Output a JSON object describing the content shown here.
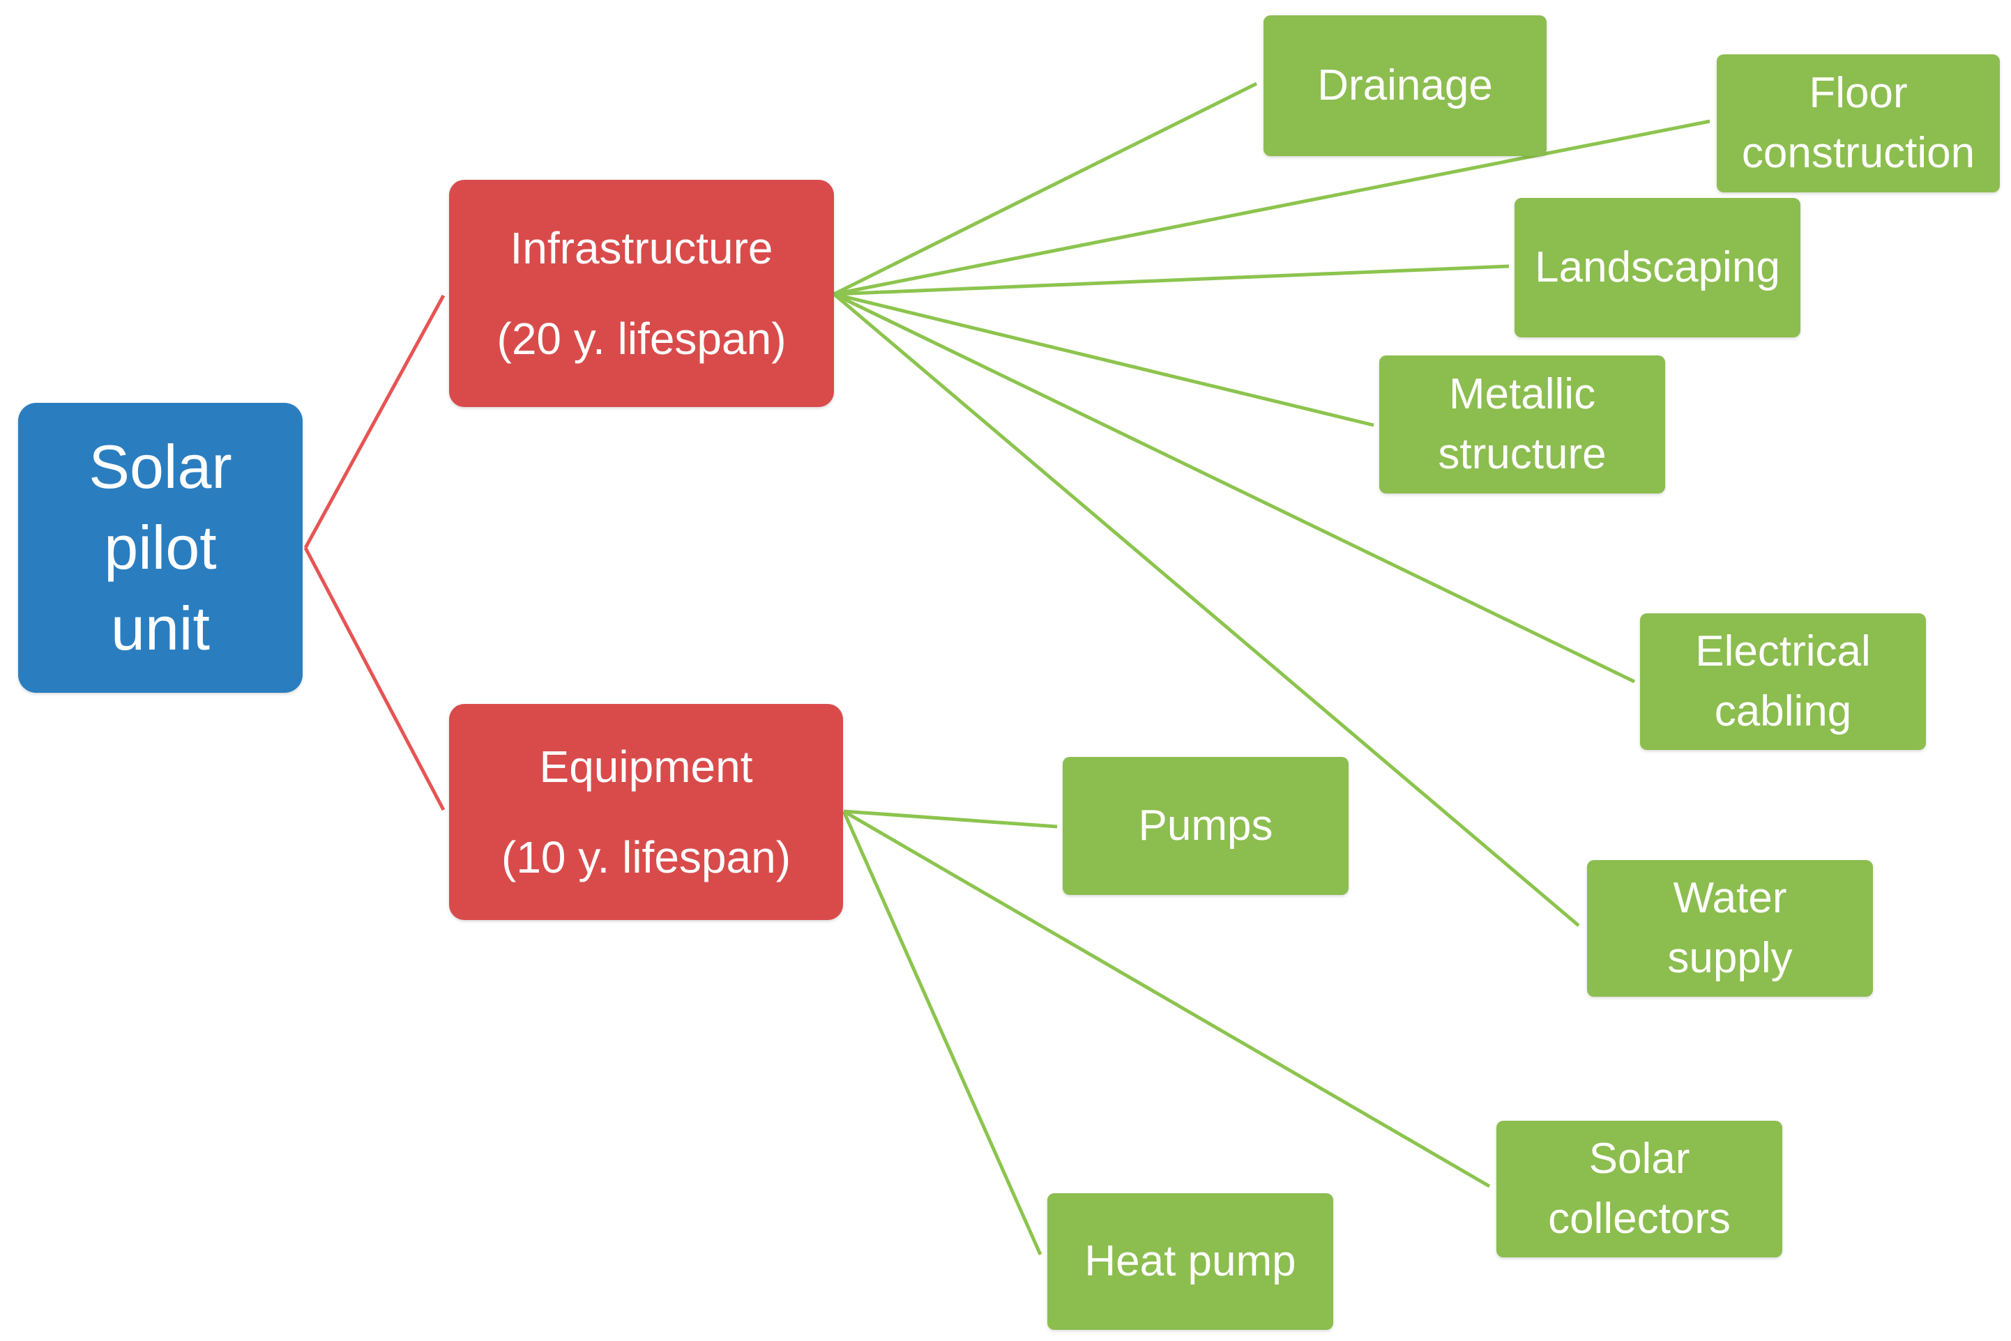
{
  "diagram": {
    "root": {
      "label": "Solar\npilot\nunit"
    },
    "branches": [
      {
        "label": "Infrastructure\n(20 y. lifespan)",
        "children": [
          {
            "label": "Drainage"
          },
          {
            "label": "Floor\nconstruction"
          },
          {
            "label": "Landscaping"
          },
          {
            "label": "Metallic\nstructure"
          },
          {
            "label": "Electrical\ncabling"
          },
          {
            "label": "Water\nsupply"
          }
        ]
      },
      {
        "label": "Equipment\n(10 y. lifespan)",
        "children": [
          {
            "label": "Pumps"
          },
          {
            "label": "Solar\ncollectors"
          },
          {
            "label": "Heat pump"
          }
        ]
      }
    ],
    "colors": {
      "root": "#2a7ec0",
      "branch": "#d94b4b",
      "leaf": "#8cbd4f",
      "branch_connector": "#e65454",
      "leaf_connector": "#8cc44e",
      "text": "#ffffff"
    }
  }
}
